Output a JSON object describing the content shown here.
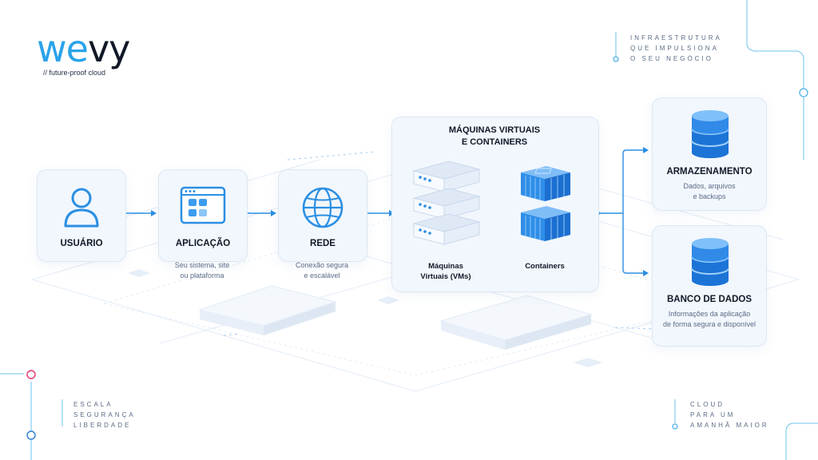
{
  "brand": {
    "name_part1": "we",
    "name_part2": "vy",
    "tagline": "// future-proof cloud"
  },
  "top_right_text": [
    "INFRAESTRUTURA",
    "QUE IMPULSIONA",
    "O SEU NEGÓCIO"
  ],
  "bottom_left_text": [
    "ESCALA",
    "SEGURANÇA",
    "LIBERDADE"
  ],
  "bottom_right_text": [
    "CLOUD",
    "PARA UM",
    "AMANHÃ MAIOR"
  ],
  "nodes": {
    "user": {
      "title": "USUÁRIO",
      "icon": "user-icon"
    },
    "application": {
      "title": "APLICAÇÃO",
      "subtitle_lines": [
        "Seu sistema, site",
        "ou plataforma"
      ],
      "icon": "app-window-icon"
    },
    "network": {
      "title": "REDE",
      "subtitle_lines": [
        "Conexão segura",
        "e escalável"
      ],
      "icon": "globe-icon"
    },
    "vms_containers": {
      "title_lines": [
        "MÁQUINAS VIRTUAIS",
        "E CONTAINERS"
      ],
      "vms_label_lines": [
        "Máquinas",
        "Virtuais (VMs)"
      ],
      "containers_label": "Containers"
    },
    "storage": {
      "title": "ARMAZENAMENTO",
      "subtitle_lines": [
        "Dados, arquivos",
        "e backups"
      ],
      "icon": "database-icon"
    },
    "database": {
      "title": "BANCO DE DADOS",
      "subtitle_lines": [
        "Informações da aplicação",
        "de forma segura e disponível"
      ],
      "icon": "database-icon"
    }
  },
  "colors": {
    "accent": "#2aa3ea",
    "arrow": "#2b8fe3",
    "card_bg": "#f2f7fd",
    "dark": "#111827",
    "pink": "#e8336f"
  }
}
